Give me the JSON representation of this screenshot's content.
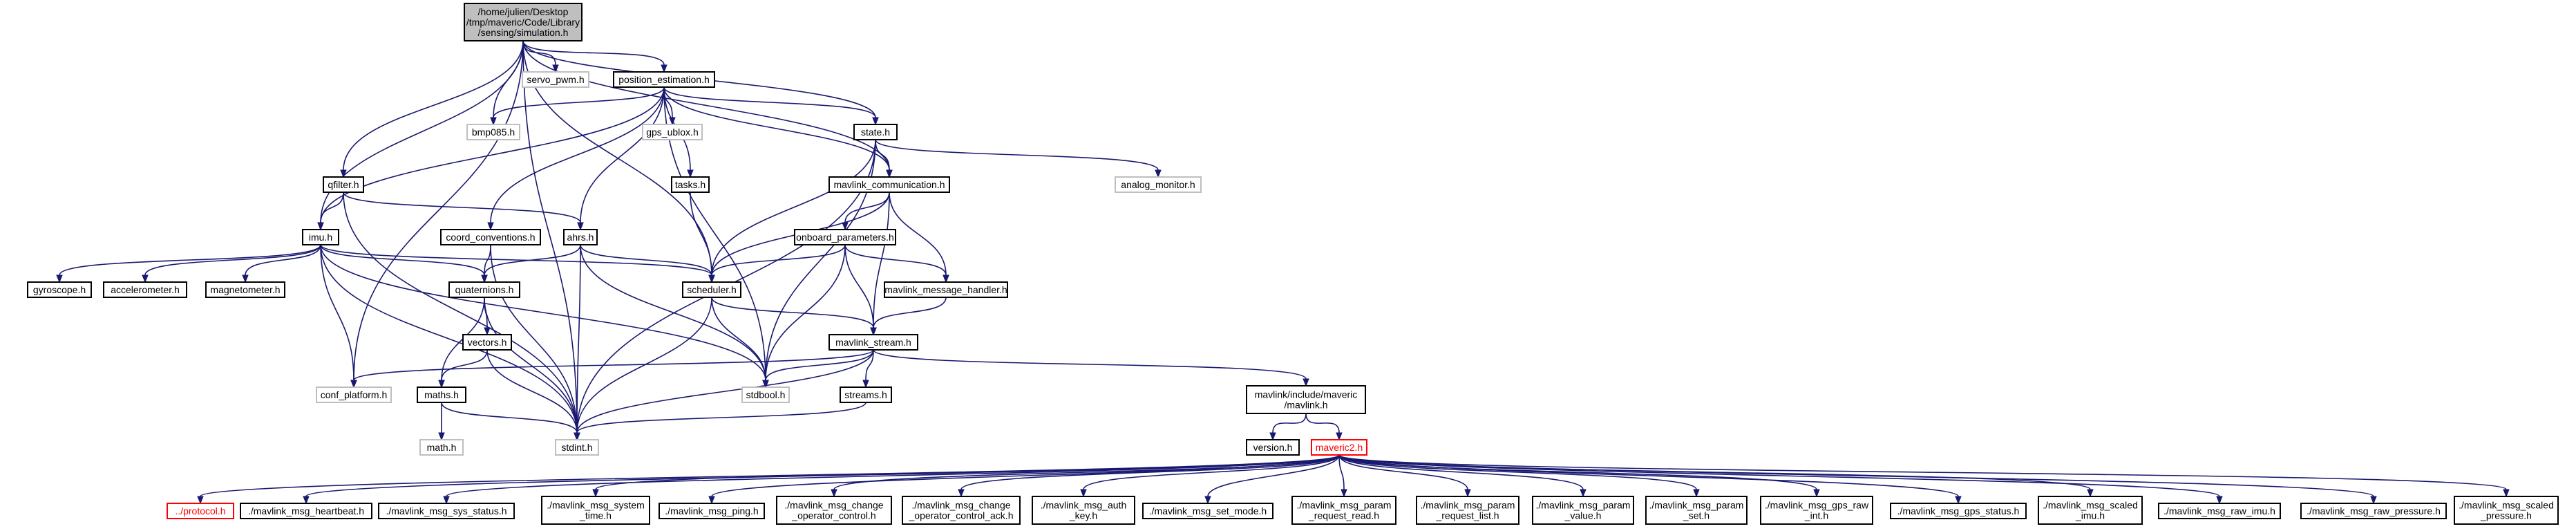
{
  "graph": {
    "colors": {
      "edge": "#191970",
      "root_fill": "#bfbfbf",
      "external_border": "#bfbfbf",
      "missing": "#ff0000"
    },
    "nodes": [
      {
        "id": "simulation",
        "label": [
          "/home/julien/Desktop",
          "/tmp/maveric/Code/Library",
          "/sensing/simulation.h"
        ],
        "style": "root"
      },
      {
        "id": "servo_pwm",
        "label": [
          "servo_pwm.h"
        ],
        "style": "ext"
      },
      {
        "id": "position_estimation",
        "label": [
          "position_estimation.h"
        ],
        "style": "std"
      },
      {
        "id": "bmp085",
        "label": [
          "bmp085.h"
        ],
        "style": "ext"
      },
      {
        "id": "gps_ublox",
        "label": [
          "gps_ublox.h"
        ],
        "style": "ext"
      },
      {
        "id": "state",
        "label": [
          "state.h"
        ],
        "style": "std"
      },
      {
        "id": "analog_monitor",
        "label": [
          "analog_monitor.h"
        ],
        "style": "ext"
      },
      {
        "id": "qfilter",
        "label": [
          "qfilter.h"
        ],
        "style": "std"
      },
      {
        "id": "tasks",
        "label": [
          "tasks.h"
        ],
        "style": "std"
      },
      {
        "id": "mavlink_communication",
        "label": [
          "mavlink_communication.h"
        ],
        "style": "std"
      },
      {
        "id": "imu",
        "label": [
          "imu.h"
        ],
        "style": "std"
      },
      {
        "id": "coord_conventions",
        "label": [
          "coord_conventions.h"
        ],
        "style": "std"
      },
      {
        "id": "ahrs",
        "label": [
          "ahrs.h"
        ],
        "style": "std"
      },
      {
        "id": "onboard_parameters",
        "label": [
          "onboard_parameters.h"
        ],
        "style": "std"
      },
      {
        "id": "gyroscope",
        "label": [
          "gyroscope.h"
        ],
        "style": "std"
      },
      {
        "id": "accelerometer",
        "label": [
          "accelerometer.h"
        ],
        "style": "std"
      },
      {
        "id": "magnetometer",
        "label": [
          "magnetometer.h"
        ],
        "style": "std"
      },
      {
        "id": "quaternions",
        "label": [
          "quaternions.h"
        ],
        "style": "std"
      },
      {
        "id": "scheduler",
        "label": [
          "scheduler.h"
        ],
        "style": "std"
      },
      {
        "id": "mavlink_message_handler",
        "label": [
          "mavlink_message_handler.h"
        ],
        "style": "std"
      },
      {
        "id": "vectors",
        "label": [
          "vectors.h"
        ],
        "style": "std"
      },
      {
        "id": "mavlink_stream",
        "label": [
          "mavlink_stream.h"
        ],
        "style": "std"
      },
      {
        "id": "conf_platform",
        "label": [
          "conf_platform.h"
        ],
        "style": "ext"
      },
      {
        "id": "maths",
        "label": [
          "maths.h"
        ],
        "style": "std"
      },
      {
        "id": "stdbool",
        "label": [
          "stdbool.h"
        ],
        "style": "ext"
      },
      {
        "id": "streams",
        "label": [
          "streams.h"
        ],
        "style": "std"
      },
      {
        "id": "mavlink_include",
        "label": [
          "mavlink/include/maveric",
          "/mavlink.h"
        ],
        "style": "std"
      },
      {
        "id": "math",
        "label": [
          "math.h"
        ],
        "style": "ext"
      },
      {
        "id": "stdint",
        "label": [
          "stdint.h"
        ],
        "style": "ext"
      },
      {
        "id": "version",
        "label": [
          "version.h"
        ],
        "style": "std"
      },
      {
        "id": "maveric",
        "label": [
          "maveric2.h"
        ],
        "style": "missing"
      },
      {
        "id": "protocol",
        "label": [
          "../protocol.h"
        ],
        "style": "missing"
      },
      {
        "id": "heartbeat",
        "label": [
          "./mavlink_msg_heartbeat.h"
        ],
        "style": "std"
      },
      {
        "id": "sys_status",
        "label": [
          "./mavlink_msg_sys_status.h"
        ],
        "style": "std"
      },
      {
        "id": "system_time",
        "label": [
          "./mavlink_msg_system",
          "_time.h"
        ],
        "style": "std"
      },
      {
        "id": "ping",
        "label": [
          "./mavlink_msg_ping.h"
        ],
        "style": "std"
      },
      {
        "id": "change_op",
        "label": [
          "./mavlink_msg_change",
          "_operator_control.h"
        ],
        "style": "std"
      },
      {
        "id": "change_op_ack",
        "label": [
          "./mavlink_msg_change",
          "_operator_control_ack.h"
        ],
        "style": "std"
      },
      {
        "id": "auth_key",
        "label": [
          "./mavlink_msg_auth",
          "_key.h"
        ],
        "style": "std"
      },
      {
        "id": "set_mode",
        "label": [
          "./mavlink_msg_set_mode.h"
        ],
        "style": "std"
      },
      {
        "id": "param_req_read",
        "label": [
          "./mavlink_msg_param",
          "_request_read.h"
        ],
        "style": "std"
      },
      {
        "id": "param_req_list",
        "label": [
          "./mavlink_msg_param",
          "_request_list.h"
        ],
        "style": "std"
      },
      {
        "id": "param_value",
        "label": [
          "./mavlink_msg_param",
          "_value.h"
        ],
        "style": "std"
      },
      {
        "id": "param_set",
        "label": [
          "./mavlink_msg_param",
          "_set.h"
        ],
        "style": "std"
      },
      {
        "id": "gps_raw_int",
        "label": [
          "./mavlink_msg_gps_raw",
          "_int.h"
        ],
        "style": "std"
      },
      {
        "id": "gps_status",
        "label": [
          "./mavlink_msg_gps_status.h"
        ],
        "style": "std"
      },
      {
        "id": "scaled_imu",
        "label": [
          "./mavlink_msg_scaled",
          "_imu.h"
        ],
        "style": "std"
      },
      {
        "id": "raw_imu",
        "label": [
          "./mavlink_msg_raw_imu.h"
        ],
        "style": "std"
      },
      {
        "id": "raw_pressure",
        "label": [
          "./mavlink_msg_raw_pressure.h"
        ],
        "style": "std"
      },
      {
        "id": "scaled_pressure",
        "label": [
          "./mavlink_msg_scaled",
          "_pressure.h"
        ],
        "style": "std"
      }
    ],
    "edges": [
      [
        "simulation",
        "servo_pwm"
      ],
      [
        "simulation",
        "position_estimation"
      ],
      [
        "simulation",
        "bmp085"
      ],
      [
        "simulation",
        "state"
      ],
      [
        "simulation",
        "qfilter"
      ],
      [
        "simulation",
        "imu"
      ],
      [
        "simulation",
        "mavlink_communication"
      ],
      [
        "simulation",
        "scheduler"
      ],
      [
        "simulation",
        "conf_platform"
      ],
      [
        "simulation",
        "stdint"
      ],
      [
        "position_estimation",
        "bmp085"
      ],
      [
        "position_estimation",
        "gps_ublox"
      ],
      [
        "position_estimation",
        "state"
      ],
      [
        "position_estimation",
        "tasks"
      ],
      [
        "position_estimation",
        "mavlink_communication"
      ],
      [
        "position_estimation",
        "imu"
      ],
      [
        "position_estimation",
        "coord_conventions"
      ],
      [
        "position_estimation",
        "ahrs"
      ],
      [
        "position_estimation",
        "stdbool"
      ],
      [
        "state",
        "analog_monitor"
      ],
      [
        "state",
        "mavlink_communication"
      ],
      [
        "state",
        "scheduler"
      ],
      [
        "state",
        "stdbool"
      ],
      [
        "state",
        "stdint"
      ],
      [
        "qfilter",
        "imu"
      ],
      [
        "qfilter",
        "ahrs"
      ],
      [
        "qfilter",
        "stdint"
      ],
      [
        "tasks",
        "scheduler"
      ],
      [
        "mavlink_communication",
        "onboard_parameters"
      ],
      [
        "mavlink_communication",
        "mavlink_message_handler"
      ],
      [
        "mavlink_communication",
        "scheduler"
      ],
      [
        "mavlink_communication",
        "mavlink_stream"
      ],
      [
        "imu",
        "gyroscope"
      ],
      [
        "imu",
        "accelerometer"
      ],
      [
        "imu",
        "magnetometer"
      ],
      [
        "imu",
        "quaternions"
      ],
      [
        "imu",
        "scheduler"
      ],
      [
        "imu",
        "conf_platform"
      ],
      [
        "imu",
        "stdbool"
      ],
      [
        "imu",
        "stdint"
      ],
      [
        "coord_conventions",
        "quaternions"
      ],
      [
        "coord_conventions",
        "stdint"
      ],
      [
        "ahrs",
        "quaternions"
      ],
      [
        "ahrs",
        "scheduler"
      ],
      [
        "ahrs",
        "stdbool"
      ],
      [
        "ahrs",
        "stdint"
      ],
      [
        "onboard_parameters",
        "scheduler"
      ],
      [
        "onboard_parameters",
        "mavlink_message_handler"
      ],
      [
        "onboard_parameters",
        "mavlink_stream"
      ],
      [
        "onboard_parameters",
        "stdbool"
      ],
      [
        "quaternions",
        "vectors"
      ],
      [
        "quaternions",
        "maths"
      ],
      [
        "quaternions",
        "stdint"
      ],
      [
        "scheduler",
        "mavlink_stream"
      ],
      [
        "scheduler",
        "stdbool"
      ],
      [
        "scheduler",
        "stdint"
      ],
      [
        "mavlink_message_handler",
        "mavlink_stream"
      ],
      [
        "vectors",
        "maths"
      ],
      [
        "vectors",
        "stdint"
      ],
      [
        "mavlink_stream",
        "conf_platform"
      ],
      [
        "mavlink_stream",
        "stdbool"
      ],
      [
        "mavlink_stream",
        "streams"
      ],
      [
        "mavlink_stream",
        "mavlink_include"
      ],
      [
        "mavlink_stream",
        "stdint"
      ],
      [
        "maths",
        "math"
      ],
      [
        "maths",
        "stdint"
      ],
      [
        "streams",
        "stdint"
      ],
      [
        "mavlink_include",
        "version"
      ],
      [
        "mavlink_include",
        "maveric"
      ],
      [
        "maveric",
        "protocol"
      ],
      [
        "maveric",
        "heartbeat"
      ],
      [
        "maveric",
        "sys_status"
      ],
      [
        "maveric",
        "system_time"
      ],
      [
        "maveric",
        "ping"
      ],
      [
        "maveric",
        "change_op"
      ],
      [
        "maveric",
        "change_op_ack"
      ],
      [
        "maveric",
        "auth_key"
      ],
      [
        "maveric",
        "set_mode"
      ],
      [
        "maveric",
        "param_req_read"
      ],
      [
        "maveric",
        "param_req_list"
      ],
      [
        "maveric",
        "param_value"
      ],
      [
        "maveric",
        "param_set"
      ],
      [
        "maveric",
        "gps_raw_int"
      ],
      [
        "maveric",
        "gps_status"
      ],
      [
        "maveric",
        "scaled_imu"
      ],
      [
        "maveric",
        "raw_imu"
      ],
      [
        "maveric",
        "raw_pressure"
      ],
      [
        "maveric",
        "scaled_pressure"
      ]
    ]
  }
}
